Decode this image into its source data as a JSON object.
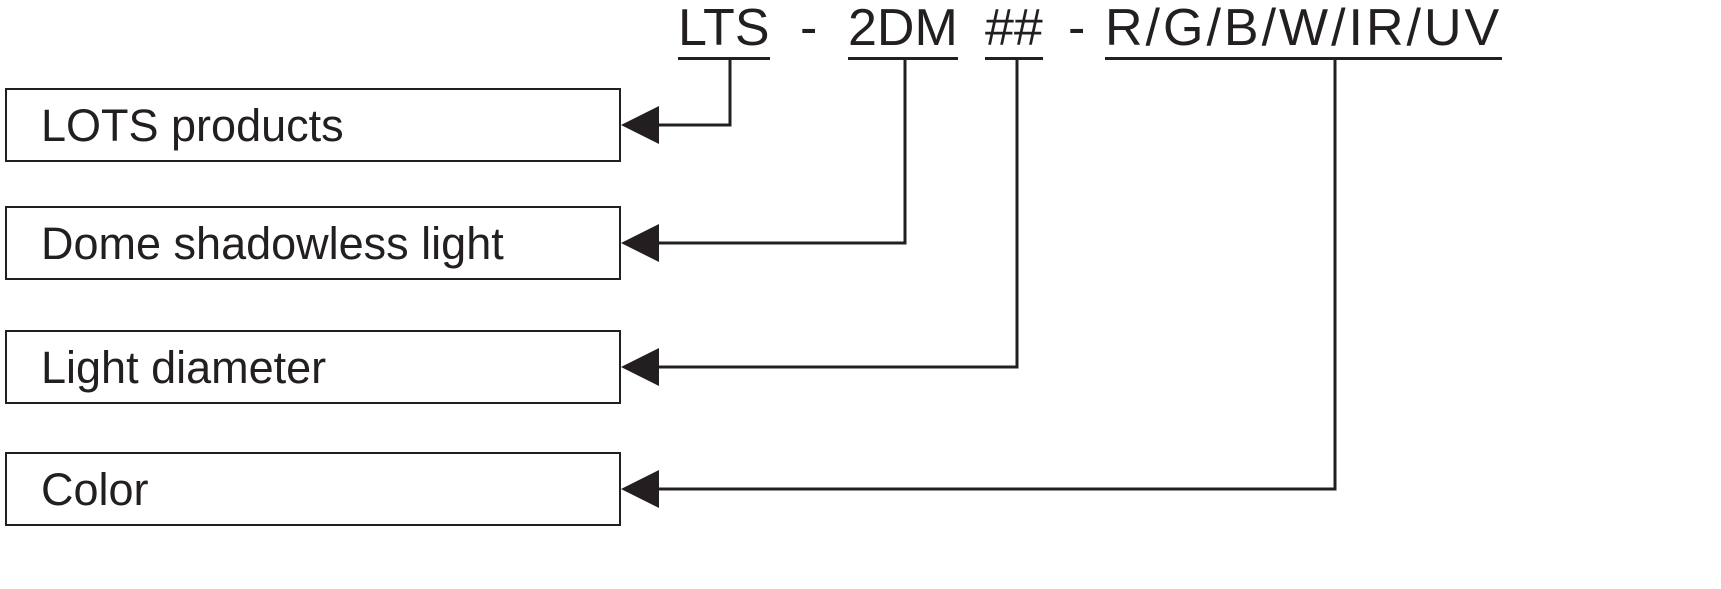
{
  "diagram": {
    "code": {
      "segments": {
        "prefix": "LTS",
        "dash1": "-",
        "series": "2DM",
        "diameter_placeholder": "##",
        "dash2": "-",
        "colors": "R/G/B/W/IR/UV"
      }
    },
    "labels": {
      "prefix": "LOTS products",
      "series": "Dome shadowless light",
      "diameter": "Light diameter",
      "color": "Color"
    },
    "palette": {
      "ink": "#231f20",
      "background": "#ffffff"
    }
  }
}
